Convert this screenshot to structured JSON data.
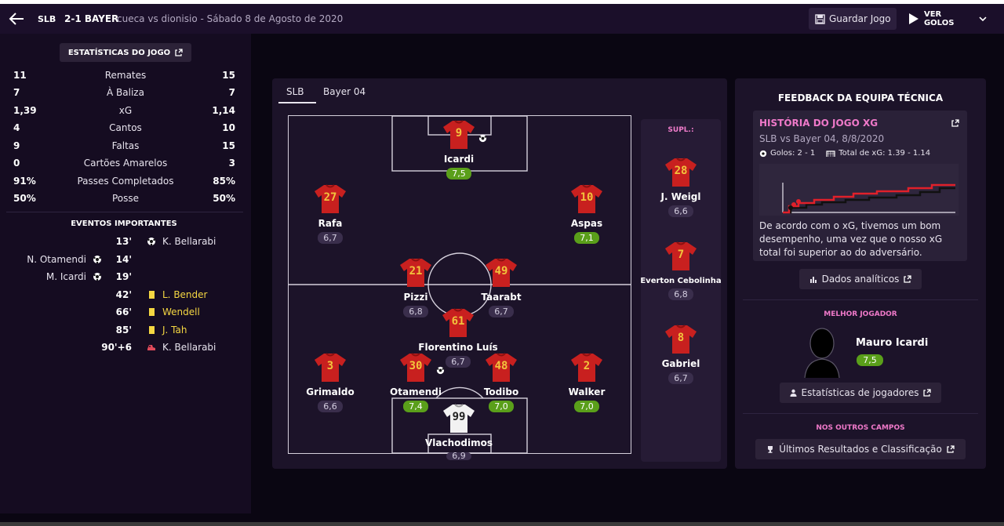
{
  "header": {
    "team": "SLB",
    "score": "2-1 BAYER",
    "subtitle": "cueca vs dionisio - Sábado 8 de Agosto de 2020",
    "save_label": "Guardar Jogo",
    "goals_label": "VER GOLOS"
  },
  "stats": {
    "title": "ESTATÍSTICAS DO JOGO",
    "rows": [
      {
        "home": "11",
        "label": "Remates",
        "away": "15"
      },
      {
        "home": "7",
        "label": "À Baliza",
        "away": "7"
      },
      {
        "home": "1,39",
        "label": "xG",
        "away": "1,14"
      },
      {
        "home": "4",
        "label": "Cantos",
        "away": "10"
      },
      {
        "home": "9",
        "label": "Faltas",
        "away": "15"
      },
      {
        "home": "0",
        "label": "Cartões Amarelos",
        "away": "3"
      },
      {
        "home": "91%",
        "label": "Passes Completados",
        "away": "85%"
      },
      {
        "home": "50%",
        "label": "Posse",
        "away": "50%"
      }
    ]
  },
  "events": {
    "title": "EVENTOS IMPORTANTES",
    "rows": [
      {
        "home": "",
        "minute": "13'",
        "away": "K. Bellarabi",
        "type": "goal-away"
      },
      {
        "home": "N. Otamendi",
        "minute": "14'",
        "away": "",
        "type": "goal-home"
      },
      {
        "home": "M. Icardi",
        "minute": "19'",
        "away": "",
        "type": "goal-home"
      },
      {
        "home": "",
        "minute": "42'",
        "away": "L. Bender",
        "type": "yellow"
      },
      {
        "home": "",
        "minute": "66'",
        "away": "Wendell",
        "type": "yellow"
      },
      {
        "home": "",
        "minute": "85'",
        "away": "J. Tah",
        "type": "yellow"
      },
      {
        "home": "",
        "minute": "90'+6",
        "away": "K. Bellarabi",
        "type": "red-boot"
      }
    ]
  },
  "lineup": {
    "tabs": [
      "SLB",
      "Bayer 04"
    ],
    "subs_title": "SUPL.:",
    "players": [
      {
        "num": "9",
        "name": "Icardi",
        "rating": "7,5",
        "green": true
      },
      {
        "num": "27",
        "name": "Rafa",
        "rating": "6,7",
        "green": false
      },
      {
        "num": "10",
        "name": "Aspas",
        "rating": "7,1",
        "green": true
      },
      {
        "num": "21",
        "name": "Pizzi",
        "rating": "6,8",
        "green": false
      },
      {
        "num": "49",
        "name": "Taarabt",
        "rating": "6,7",
        "green": false
      },
      {
        "num": "61",
        "name": "Florentino Luís",
        "rating": "6,7",
        "green": false
      },
      {
        "num": "3",
        "name": "Grimaldo",
        "rating": "6,6",
        "green": false
      },
      {
        "num": "30",
        "name": "Otamendi",
        "rating": "7,4",
        "green": true
      },
      {
        "num": "48",
        "name": "Todibo",
        "rating": "7,0",
        "green": true
      },
      {
        "num": "2",
        "name": "Walker",
        "rating": "7,0",
        "green": true
      },
      {
        "num": "99",
        "name": "Vlachodimos",
        "rating": "6,9",
        "green": false
      }
    ],
    "subs": [
      {
        "num": "28",
        "name": "J. Weigl",
        "rating": "6,6"
      },
      {
        "num": "7",
        "name": "Everton Cebolinha",
        "rating": "6,8"
      },
      {
        "num": "8",
        "name": "Gabriel",
        "rating": "6,7"
      }
    ]
  },
  "feedback": {
    "title": "FEEDBACK DA EQUIPA TÉCNICA",
    "xg_title": "HISTÓRIA DO JOGO XG",
    "xg_sub": "SLB vs Bayer 04, 8/8/2020",
    "goals": "Golos: 2 - 1",
    "xg_total": "Total de xG: 1.39 - 1.14",
    "xg_text": "De acordo com o xG, tivemos um bom desempenho, uma vez que o nosso xG total foi superior ao do adversário.",
    "analytics_label": "Dados analíticos",
    "best_title": "MELHOR JOGADOR",
    "best_name": "Mauro Icardi",
    "best_rating": "7,5",
    "player_stats_label": "Estatísticas de jogadores",
    "other_title": "NOS OUTROS CAMPOS",
    "other_label": "Últimos Resultados e Classificação"
  },
  "colors": {
    "accent_pink": "#ef79c9",
    "rating_green": "#5a9f1a",
    "yellow_card": "#f5d742",
    "shirt_red": "#c8201f"
  }
}
